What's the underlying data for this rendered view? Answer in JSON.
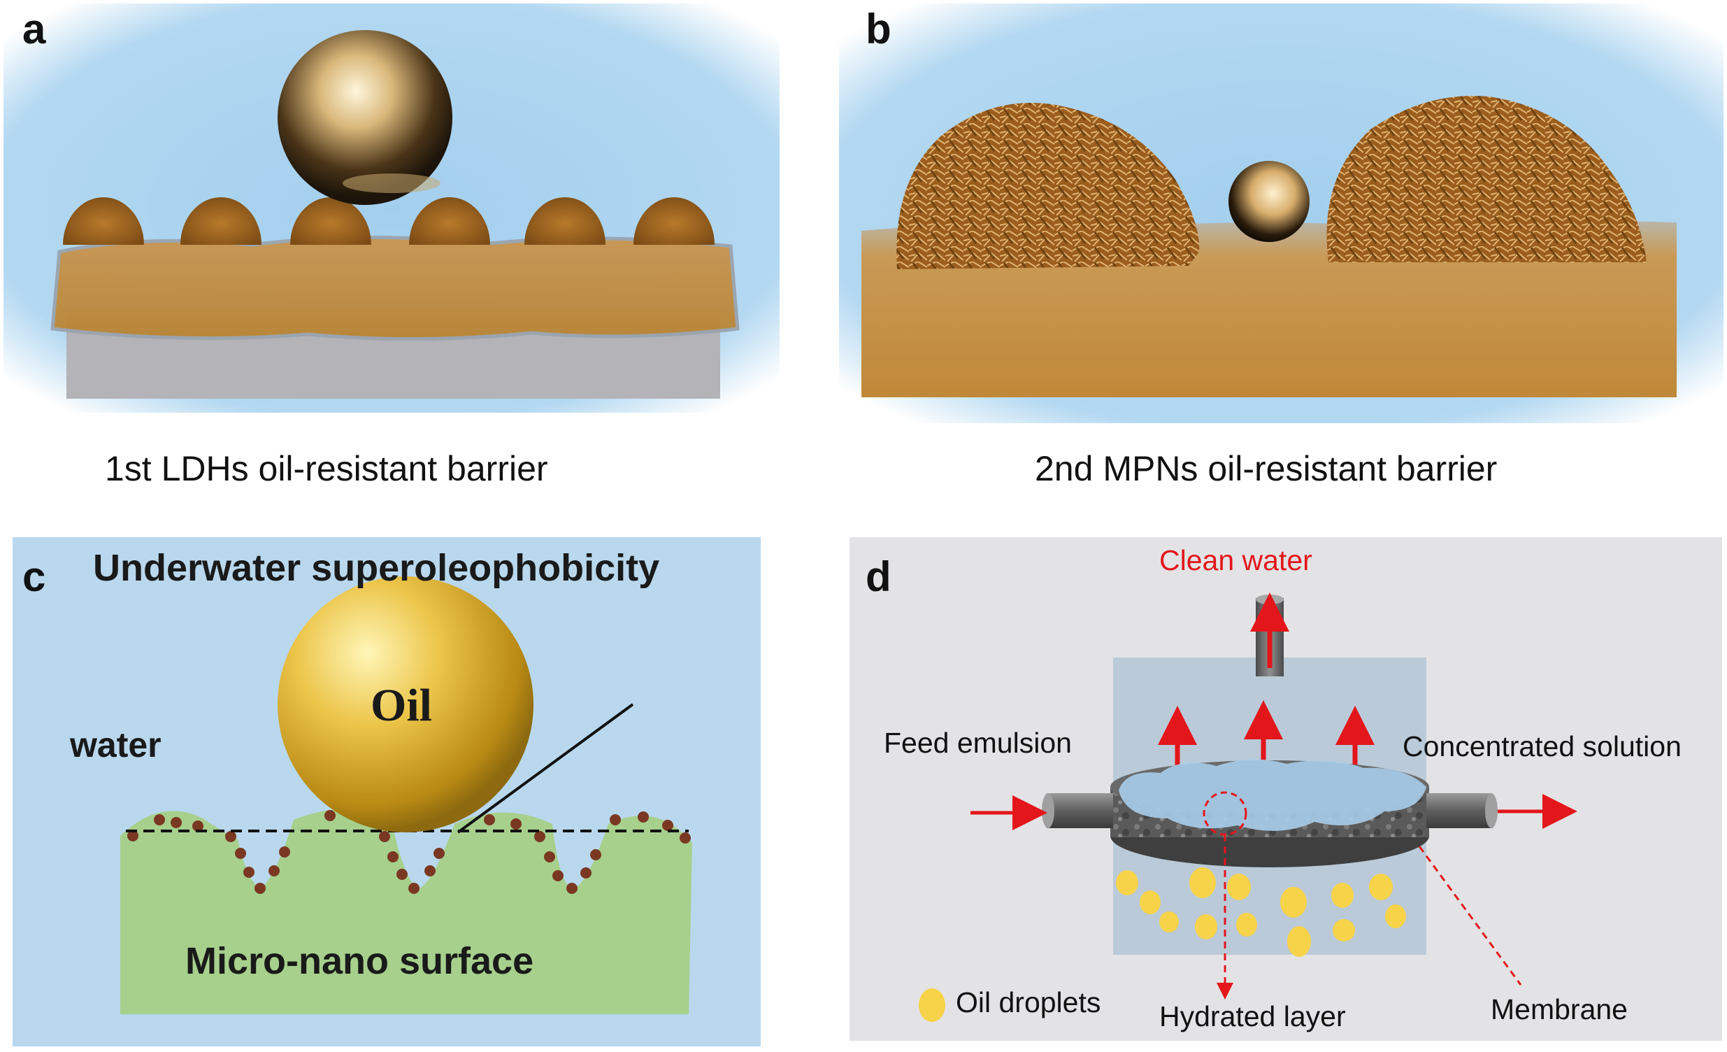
{
  "panels": {
    "a": {
      "letter": "a",
      "caption": "1st LDHs oil-resistant barrier"
    },
    "b": {
      "letter": "b",
      "caption": "2nd MPNs oil-resistant barrier"
    },
    "c": {
      "letter": "c",
      "title": "Underwater superoleophobicity",
      "oil_label": "Oil",
      "water_label": "water",
      "surface_label": "Micro-nano surface"
    },
    "d": {
      "letter": "d",
      "clean_water": "Clean water",
      "feed_emulsion": "Feed emulsion",
      "concentrated_solution": "Concentrated solution",
      "oil_droplets": "Oil droplets",
      "hydrated_layer": "Hydrated layer",
      "membrane": "Membrane"
    }
  },
  "colors": {
    "water_bg": "#b9d8ee",
    "sky_blue": "#a9d3ef",
    "coating_brown": "#c08838",
    "flower_brown": "#9a5e1c",
    "substrate_gray": "#b3b3b8",
    "surface_green": "#a6d08c",
    "oil_gold": "#e2b63a",
    "arrow_red": "#e3161b",
    "droplet_yellow": "#f7d34a",
    "panel_d_bg": "#e3e3e5"
  }
}
